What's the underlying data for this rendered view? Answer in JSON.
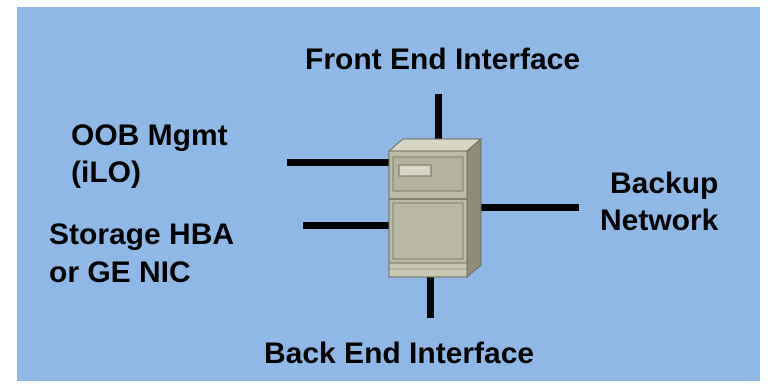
{
  "diagram": {
    "labels": {
      "front_end": "Front End Interface",
      "oob_line1": "OOB Mgmt",
      "oob_line2": "(iLO)",
      "storage_line1": "Storage HBA",
      "storage_line2": "or GE NIC",
      "backup_line1": "Backup",
      "backup_line2": "Network",
      "back_end": "Back End Interface"
    },
    "colors": {
      "background": "#8fb8e6",
      "server_body": "#bdbca6",
      "server_shadow": "#8e8d7a",
      "lines": "#000000"
    },
    "icons": {
      "server": "server-tower-icon"
    }
  }
}
